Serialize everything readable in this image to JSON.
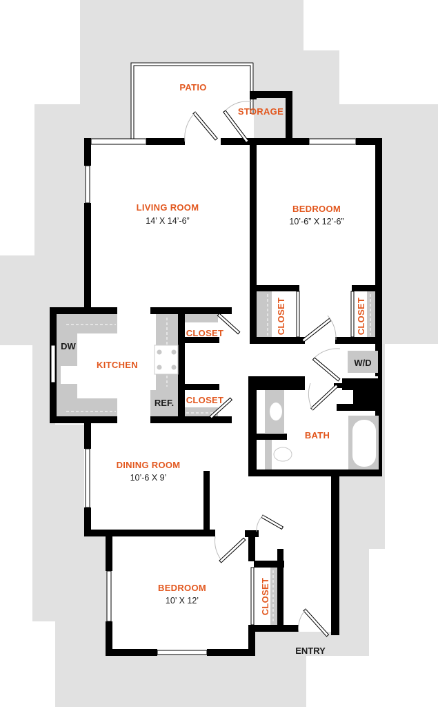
{
  "colors": {
    "background_outline": "#e1e1e1",
    "walls": "#000000",
    "room_label": "#e2571e",
    "dimension_text": "#1a1a1a",
    "fixtures": "#c8c8c8"
  },
  "rooms": {
    "patio": {
      "label": "PATIO"
    },
    "storage": {
      "label": "STORAGE"
    },
    "living_room": {
      "label": "LIVING ROOM",
      "dimensions": "14’ X 14’-6”"
    },
    "bedroom_1": {
      "label": "BEDROOM",
      "dimensions": "10’-6” X 12’-6”"
    },
    "kitchen": {
      "label": "KITCHEN"
    },
    "kitchen_closet_1": {
      "label": "CLOSET"
    },
    "kitchen_closet_2": {
      "label": "CLOSET"
    },
    "bedroom_1_closet_left": {
      "label": "CLOSET"
    },
    "bedroom_1_closet_right": {
      "label": "CLOSET"
    },
    "washer_dryer": {
      "label": "W/D"
    },
    "bath": {
      "label": "BATH"
    },
    "dining_room": {
      "label": "DINING ROOM",
      "dimensions": "10’-6 X 9’"
    },
    "bedroom_2": {
      "label": "BEDROOM",
      "dimensions": "10’ X 12’"
    },
    "bedroom_2_closet": {
      "label": "CLOSET"
    },
    "entry": {
      "label": "ENTRY"
    }
  },
  "appliances": {
    "dishwasher": "DW",
    "refrigerator": "REF."
  }
}
